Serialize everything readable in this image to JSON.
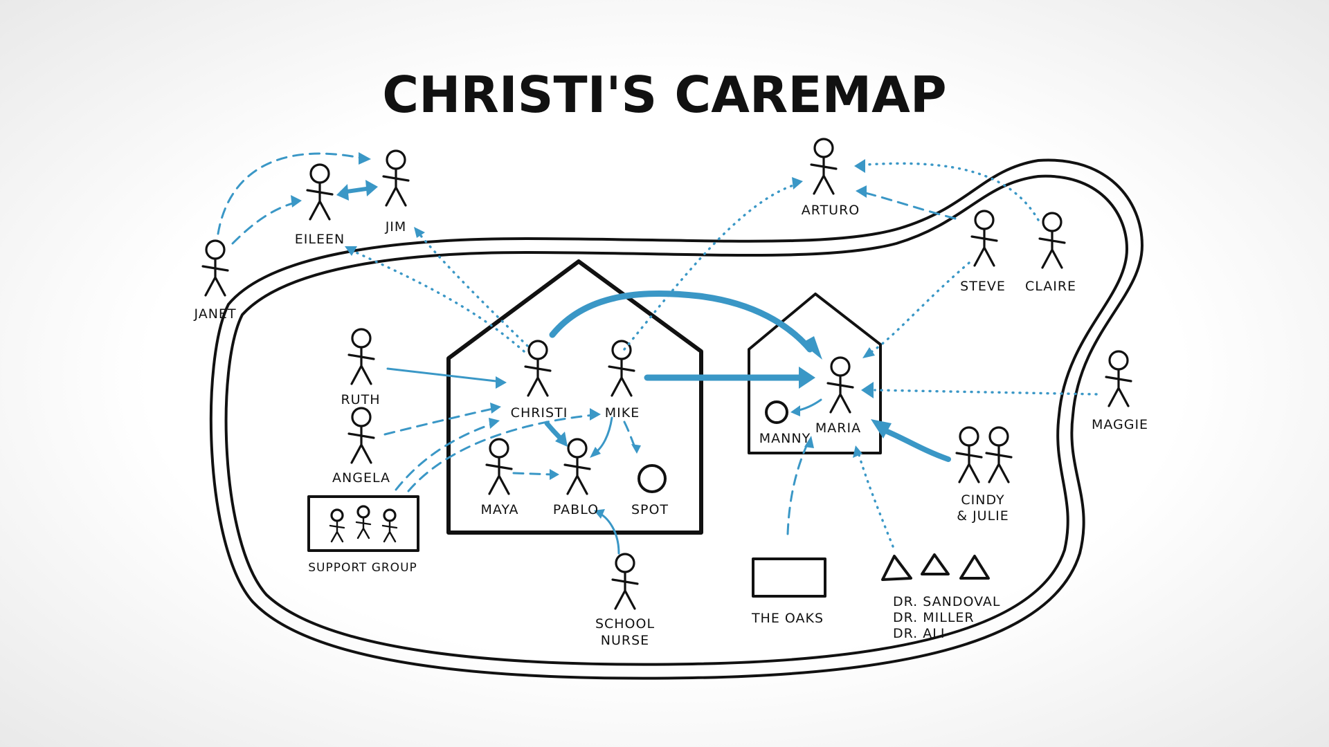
{
  "title": "CHRISTI'S CAREMAP",
  "accent_color": "#3a97c6",
  "ink_color": "#111111",
  "people": {
    "janet": "JANET",
    "eileen": "EILEEN",
    "jim": "JIM",
    "arturo": "ARTURO",
    "steve": "STEVE",
    "claire": "CLAIRE",
    "maggie": "MAGGIE",
    "ruth": "RUTH",
    "angela": "ANGELA",
    "christi": "CHRISTI",
    "mike": "MIKE",
    "maya": "MAYA",
    "pablo": "PABLO",
    "spot": "SPOT",
    "manny": "MANNY",
    "maria": "MARIA",
    "cindy_julie_1": "CINDY",
    "cindy_julie_2": "& JULIE",
    "school_nurse_1": "SCHOOL",
    "school_nurse_2": "NURSE"
  },
  "groups": {
    "support_group": "SUPPORT GROUP",
    "the_oaks": "THE OAKS",
    "doctors": [
      "DR. SANDOVAL",
      "DR. MILLER",
      "DR. ALI"
    ]
  }
}
